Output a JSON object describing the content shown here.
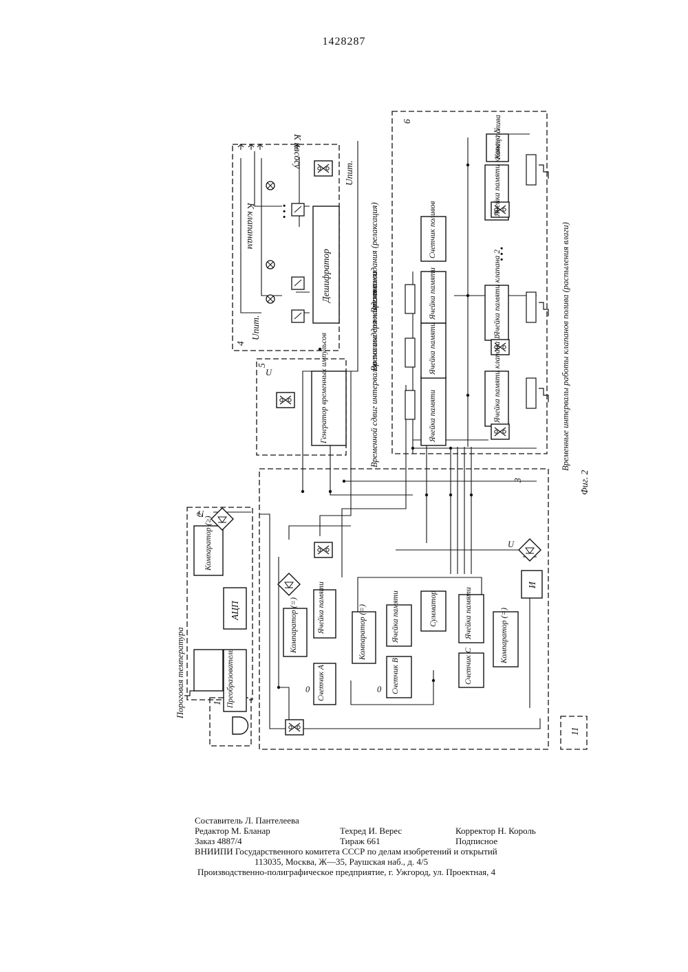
{
  "page": {
    "patent_number": "1428287"
  },
  "figure": {
    "caption": "Фиг. 2",
    "block_numbers": [
      "1",
      "2",
      "3",
      "4",
      "5",
      "6",
      "11"
    ],
    "blocks": {
      "threshold_temp": "Пороговая температура",
      "converter": "Преобразователь",
      "adc": "АЦП",
      "comparator_ge": "Компаратор (≥)",
      "counter_a": "Счетчик A",
      "comparator_eq_a": "Компаратор (=)",
      "memory_a": "Ячейка памяти",
      "counter_b": "Счетчик B",
      "comparator_eq_b": "Компаратор (=)",
      "memory_b": "Ячейка памяти",
      "adder": "Сумматор",
      "memory_c": "Ячейка памяти",
      "counter_c": "Счетчик C",
      "comparator_eq_c": "Компаратор (=)",
      "and_gate": "И",
      "generator": "Генератор временных импульсов",
      "decoder": "Дешифратор",
      "mem_cell_1": "Ячейка памяти",
      "mem_cell_2": "Ячейка памяти",
      "mem_cell_3": "Ячейка памяти",
      "counter_polivov": "Счетчик поливов",
      "valve_mem_1": "Ячейка памяти клапана 1",
      "valve_mem_2": "Ячейка памяти клапана 2",
      "valve_mem_n": "Ячейка памяти клапана N",
      "end_watering": "Конец полива"
    },
    "annotations": {
      "shift": "Временной сдвиг интервалов полива для клапанов",
      "hold_time": "Время выдержки до полива",
      "wait_time": "Время ожидания (релаксация)",
      "valve_intervals": "Временные интервалы работы клапанов полива (распыления влаги)",
      "to_valves": "К клапанам",
      "to_pump": "К насосу",
      "u_pit": "Uпит.",
      "u": "U",
      "zero": "0",
      "dots": "• • •"
    }
  },
  "footer": {
    "compiler": "Составитель Л. Пантелеева",
    "editor": "Редактор М. Бланар",
    "techred": "Техред И. Верес",
    "corrector": "Корректор Н. Король",
    "order": "Заказ 4887/4",
    "circulation": "Тираж 661",
    "subscription": "Подписное",
    "org": "ВНИИПИ Государственного комитета СССР по делам изобретений и открытий",
    "address": "113035, Москва, Ж—35, Раушская наб., д. 4/5",
    "printer": "Производственно-полиграфическое предприятие, г. Ужгород, ул. Проектная, 4"
  }
}
